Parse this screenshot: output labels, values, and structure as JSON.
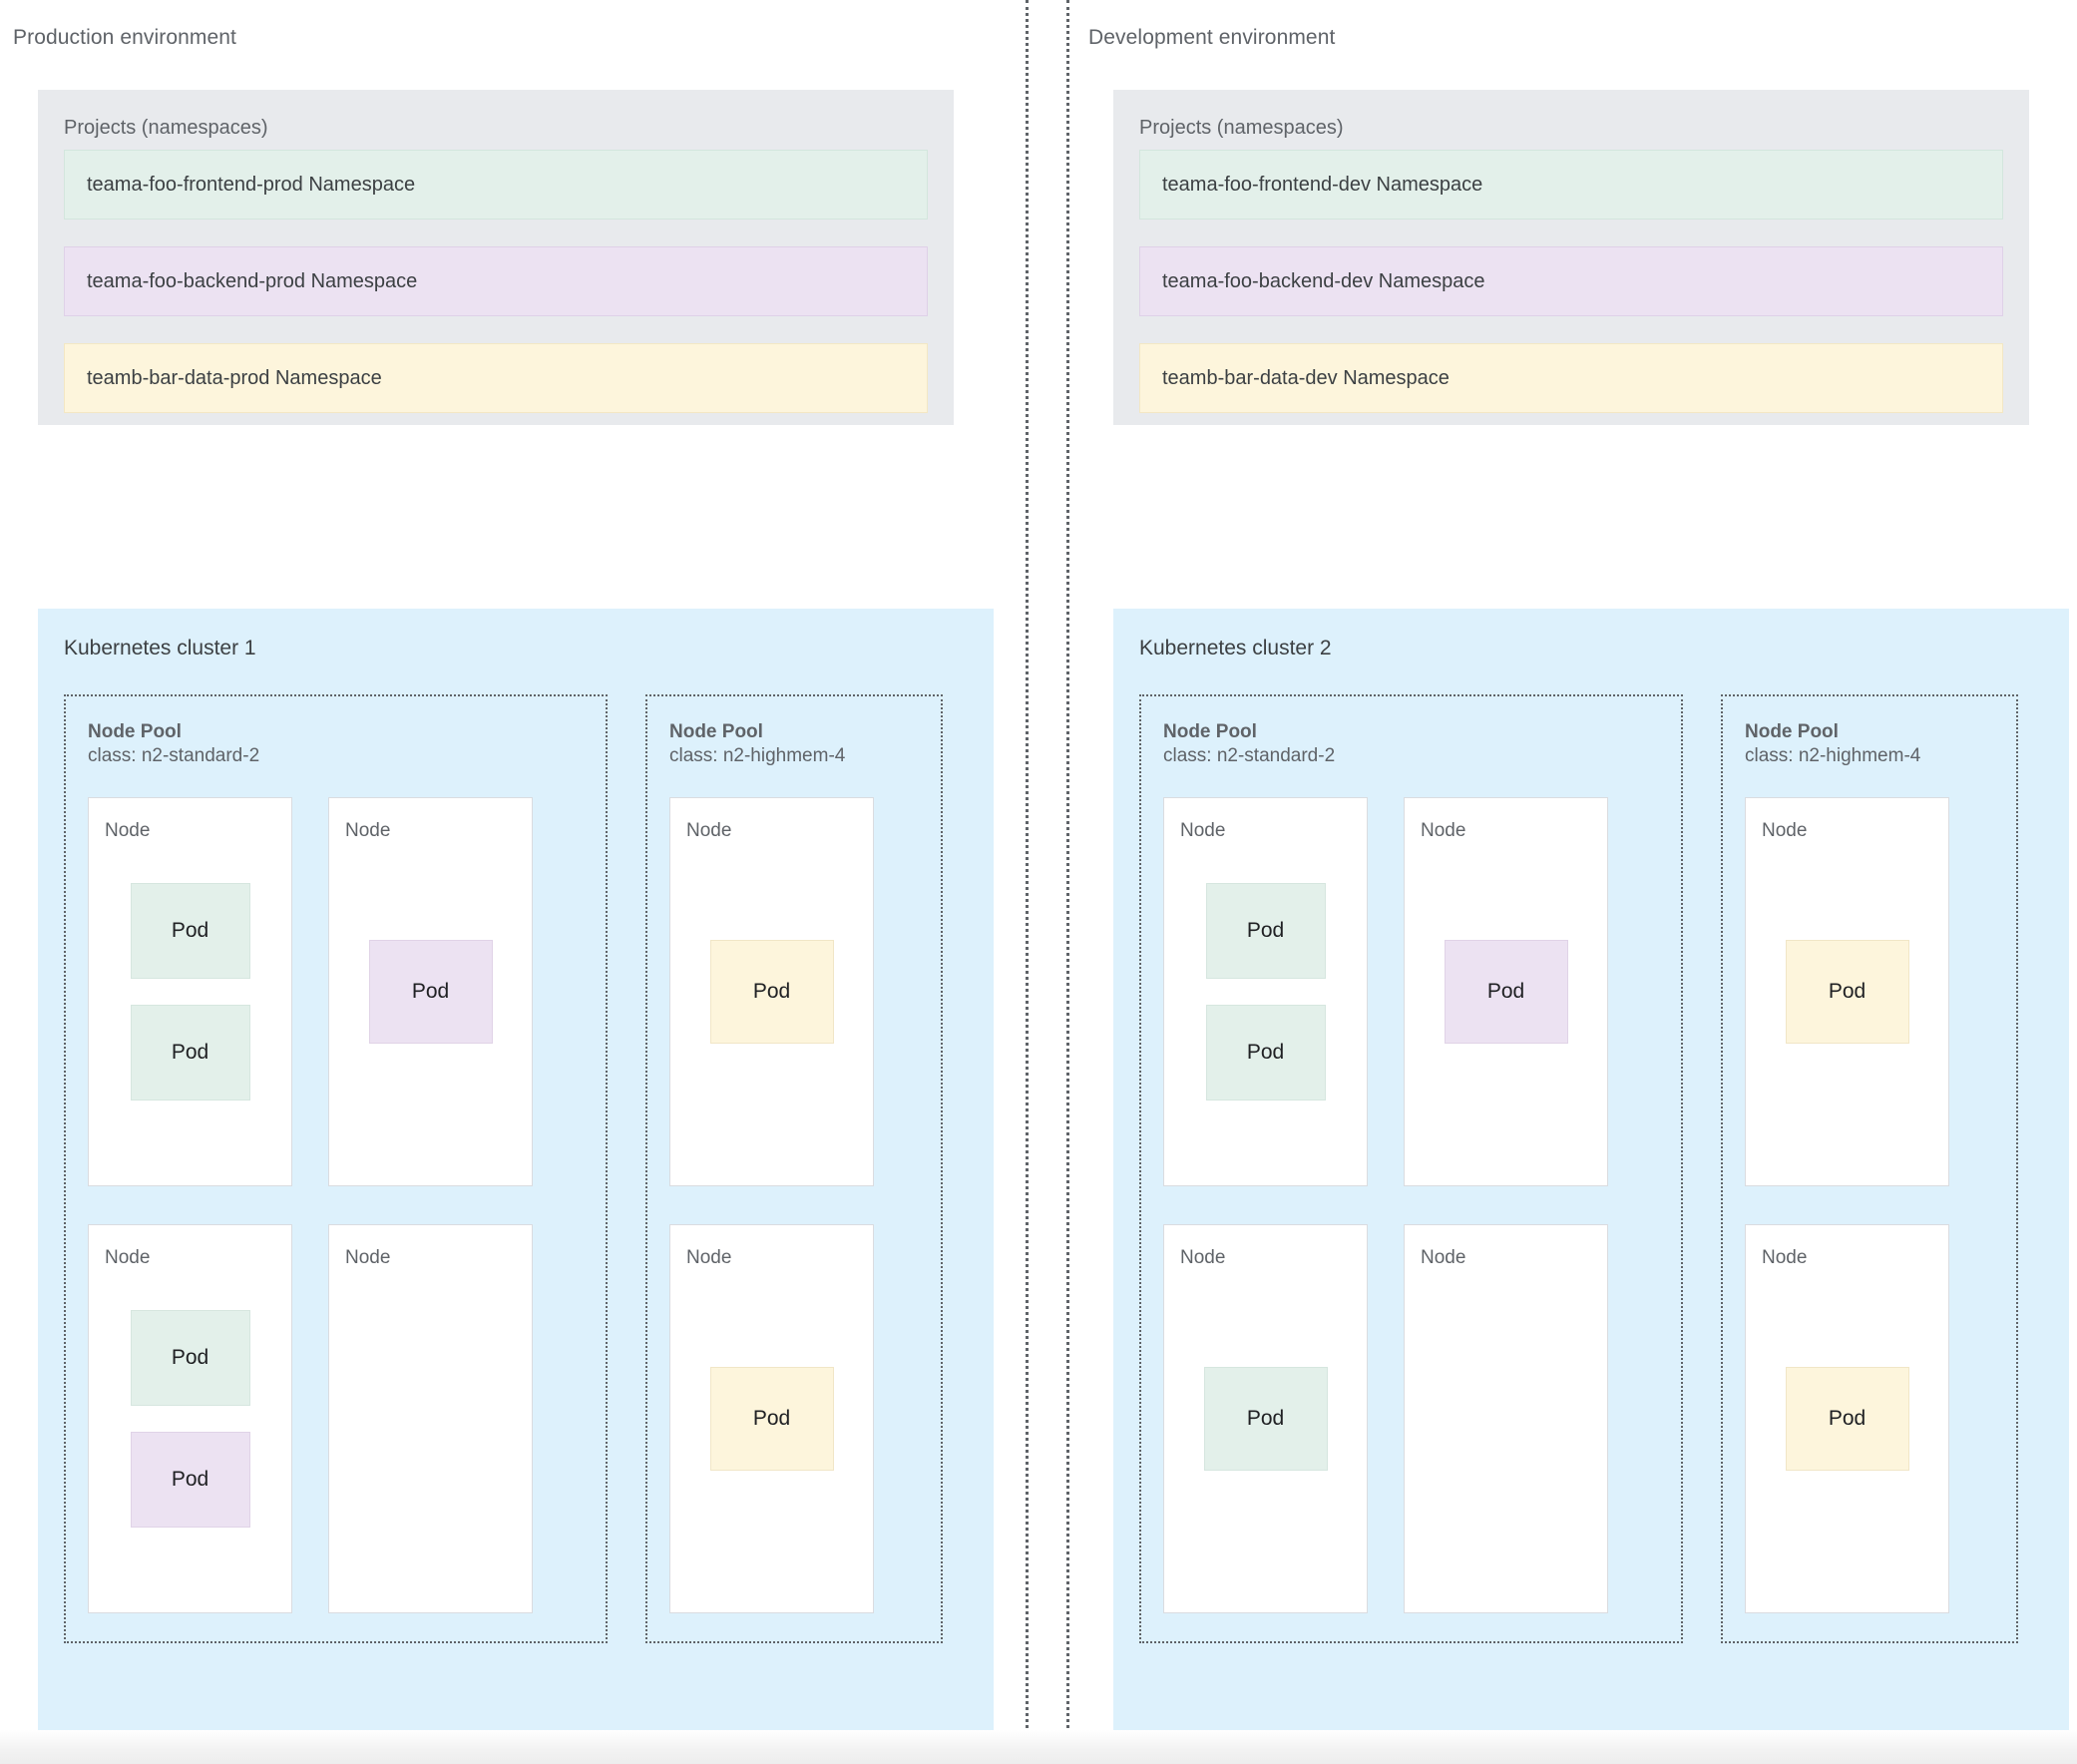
{
  "environments": [
    {
      "title": "Production environment",
      "projects": {
        "title": "Projects (namespaces)",
        "namespaces": [
          {
            "label": "teama-foo-frontend-prod Namespace",
            "color": "green"
          },
          {
            "label": "teama-foo-backend-prod Namespace",
            "color": "purple"
          },
          {
            "label": "teamb-bar-data-prod Namespace",
            "color": "yellow"
          }
        ]
      },
      "cluster": {
        "title": "Kubernetes cluster 1",
        "node_pools": [
          {
            "name": "Node Pool",
            "class": "class: n2-standard-2",
            "nodes": [
              {
                "label": "Node",
                "pods": [
                  {
                    "label": "Pod",
                    "color": "green"
                  },
                  {
                    "label": "Pod",
                    "color": "green"
                  }
                ]
              },
              {
                "label": "Node",
                "pods": [
                  {
                    "label": "Pod",
                    "color": "purple"
                  }
                ]
              },
              {
                "label": "Node",
                "pods": [
                  {
                    "label": "Pod",
                    "color": "green"
                  },
                  {
                    "label": "Pod",
                    "color": "purple"
                  }
                ]
              },
              {
                "label": "Node",
                "pods": []
              }
            ]
          },
          {
            "name": "Node Pool",
            "class": "class: n2-highmem-4",
            "nodes": [
              {
                "label": "Node",
                "pods": [
                  {
                    "label": "Pod",
                    "color": "yellow"
                  }
                ]
              },
              {
                "label": "Node",
                "pods": [
                  {
                    "label": "Pod",
                    "color": "yellow"
                  }
                ]
              }
            ]
          }
        ]
      }
    },
    {
      "title": "Development environment",
      "projects": {
        "title": "Projects (namespaces)",
        "namespaces": [
          {
            "label": "teama-foo-frontend-dev Namespace",
            "color": "green"
          },
          {
            "label": "teama-foo-backend-dev Namespace",
            "color": "purple"
          },
          {
            "label": "teamb-bar-data-dev Namespace",
            "color": "yellow"
          }
        ]
      },
      "cluster": {
        "title": "Kubernetes cluster 2",
        "node_pools": [
          {
            "name": "Node Pool",
            "class": "class: n2-standard-2",
            "nodes": [
              {
                "label": "Node",
                "pods": [
                  {
                    "label": "Pod",
                    "color": "green"
                  },
                  {
                    "label": "Pod",
                    "color": "green"
                  }
                ]
              },
              {
                "label": "Node",
                "pods": [
                  {
                    "label": "Pod",
                    "color": "purple"
                  }
                ]
              },
              {
                "label": "Node",
                "pods": [
                  {
                    "label": "Pod",
                    "color": "green"
                  }
                ]
              },
              {
                "label": "Node",
                "pods": []
              }
            ]
          },
          {
            "name": "Node Pool",
            "class": "class: n2-highmem-4",
            "nodes": [
              {
                "label": "Node",
                "pods": [
                  {
                    "label": "Pod",
                    "color": "yellow"
                  }
                ]
              },
              {
                "label": "Node",
                "pods": [
                  {
                    "label": "Pod",
                    "color": "yellow"
                  }
                ]
              }
            ]
          }
        ]
      }
    }
  ],
  "colors": {
    "green": "#e3f0ea",
    "purple": "#ece2f2",
    "yellow": "#fdf5dc",
    "cluster_bg": "#ddf1fc",
    "projects_bg": "#e8eaed",
    "text": "#3c4043",
    "muted_text": "#5f6368"
  }
}
